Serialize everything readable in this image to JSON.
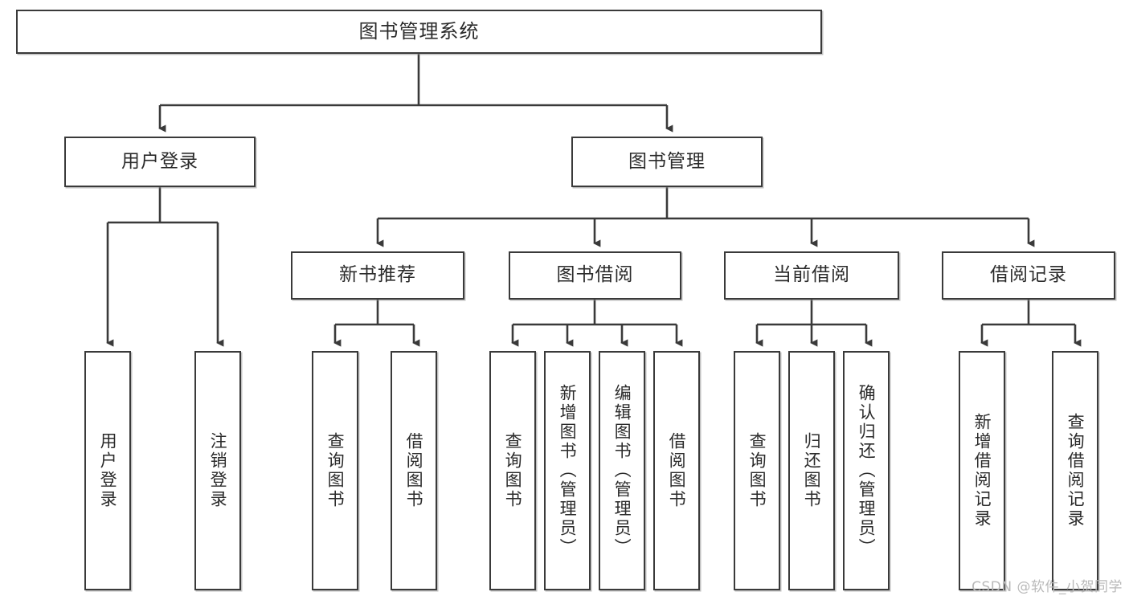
{
  "diagram": {
    "title": "图书管理系统",
    "type": "tree",
    "watermark": "CSDN @软件_小贺同学",
    "colors": {
      "border": "#3a3a3a",
      "text": "#2b2b2b",
      "background": "#ffffff",
      "watermark": "#b9b9b9"
    },
    "levels": {
      "root": {
        "label": "图书管理系统"
      },
      "level2": [
        {
          "label": "用户登录"
        },
        {
          "label": "图书管理"
        }
      ],
      "level3": [
        {
          "label": "新书推荐"
        },
        {
          "label": "图书借阅"
        },
        {
          "label": "当前借阅"
        },
        {
          "label": "借阅记录"
        }
      ],
      "leaves": {
        "user_login": [
          {
            "label": "用户登录"
          },
          {
            "label": "注销登录"
          }
        ],
        "new_book": [
          {
            "label": "查询图书"
          },
          {
            "label": "借阅图书"
          }
        ],
        "book_borrow": [
          {
            "label": "查询图书"
          },
          {
            "label": "新增图书（管理员）"
          },
          {
            "label": "编辑图书（管理员）"
          },
          {
            "label": "借阅图书"
          }
        ],
        "current_borrow": [
          {
            "label": "查询图书"
          },
          {
            "label": "归还图书"
          },
          {
            "label": "确认归还（管理员）"
          }
        ],
        "borrow_record": [
          {
            "label": "新增借阅记录"
          },
          {
            "label": "查询借阅记录"
          }
        ]
      }
    }
  }
}
